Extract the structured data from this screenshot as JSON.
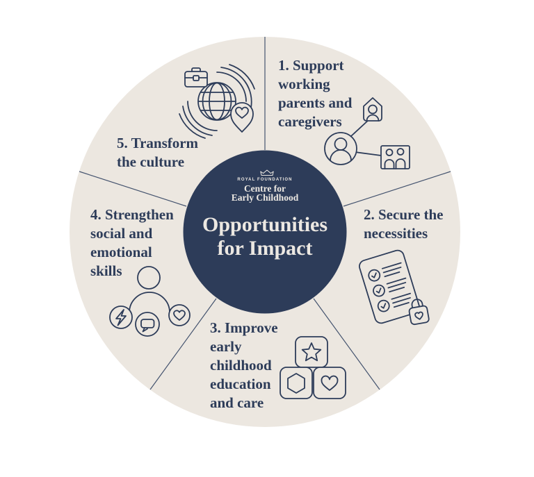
{
  "colors": {
    "navy": "#2d3c59",
    "beige": "#ece7e0",
    "cream": "#ece8e2",
    "line": "#44536e",
    "bg": "#ffffff"
  },
  "center": {
    "brand_eyebrow": "ROYAL FOUNDATION",
    "brand_lines": [
      "Centre for",
      "Early Childhood"
    ],
    "title_lines": [
      "Opportunities",
      "for Impact"
    ],
    "crown_icon": "crown-icon"
  },
  "sections": [
    {
      "id": "1",
      "label": "1. Support working parents and caregivers",
      "lines": [
        "1. Support",
        "working",
        "parents and",
        "caregivers"
      ],
      "icon": "family-network-icon"
    },
    {
      "id": "2",
      "label": "2. Secure the necessities",
      "lines": [
        "2. Secure the",
        "necessities"
      ],
      "icon": "checklist-lock-icon"
    },
    {
      "id": "3",
      "label": "3. Improve early childhood education and care",
      "lines": [
        "3. Improve",
        "early",
        "childhood",
        "education",
        "and care"
      ],
      "icon": "building-blocks-icon"
    },
    {
      "id": "4",
      "label": "4. Strengthen social and emotional skills",
      "lines": [
        "4. Strengthen",
        "social and",
        "emotional",
        "skills"
      ],
      "icon": "social-emotional-icon"
    },
    {
      "id": "5",
      "label": "5. Transform the culture",
      "lines": [
        "5. Transform",
        "the culture"
      ],
      "icon": "global-culture-icon"
    }
  ]
}
